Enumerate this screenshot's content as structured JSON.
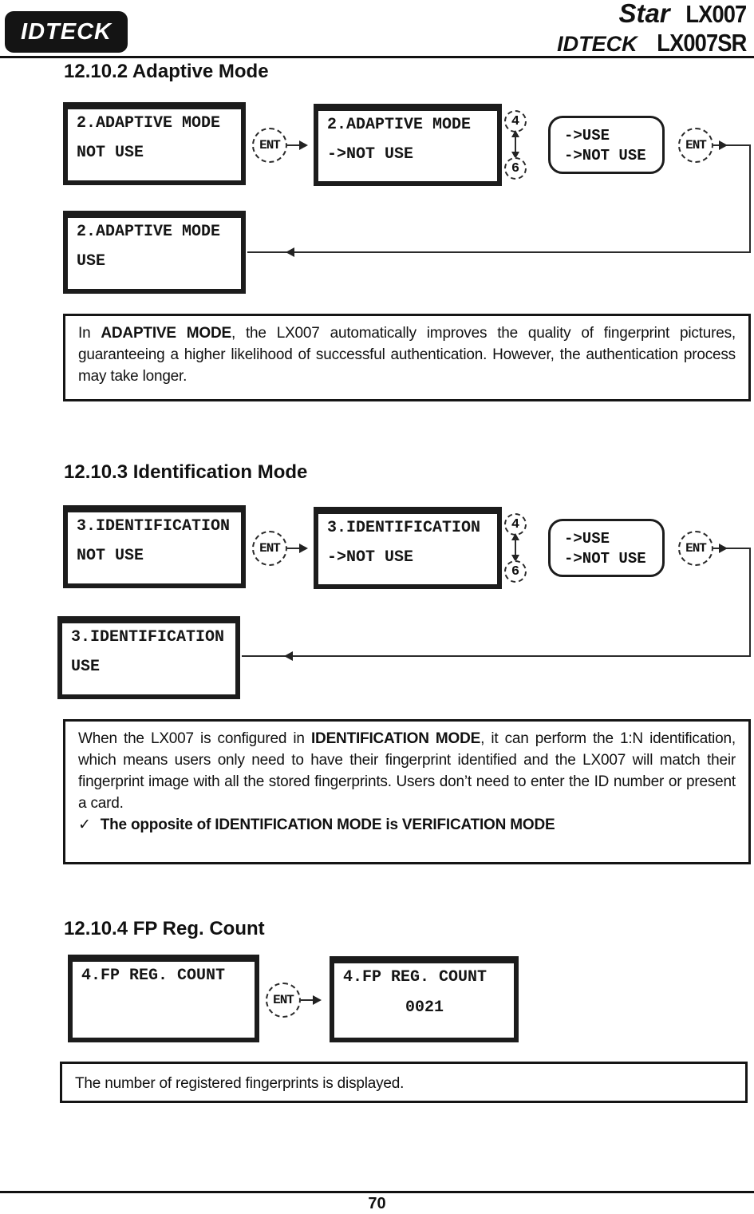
{
  "header": {
    "logo": "IDTECK",
    "line1": {
      "brand": "Star",
      "model": "LX007"
    },
    "line2": {
      "brand": "IDTECK",
      "model": "LX007SR"
    }
  },
  "adaptive": {
    "heading": "12.10.2 Adaptive Mode",
    "ent": "ENT",
    "key_up": "4",
    "key_down": "6",
    "screens": {
      "initial": {
        "l1": "2.ADAPTIVE MODE",
        "l2": "NOT USE"
      },
      "select": {
        "l1": "2.ADAPTIVE MODE",
        "l2": "->NOT USE"
      },
      "result": {
        "l1": "2.ADAPTIVE MODE",
        "l2": "USE"
      }
    },
    "options": {
      "l1": "->USE",
      "l2": "->NOT USE"
    },
    "note": {
      "pre": "In ",
      "bold": "ADAPTIVE MODE",
      "post": ", the LX007 automatically improves the quality of fingerprint pictures, guaranteeing a higher likelihood of successful authentication. However, the authentication process may take longer."
    }
  },
  "identification": {
    "heading": "12.10.3 Identification Mode",
    "ent": "ENT",
    "key_up": "4",
    "key_down": "6",
    "screens": {
      "initial": {
        "l1": "3.IDENTIFICATION",
        "l2": "NOT USE"
      },
      "select": {
        "l1": "3.IDENTIFICATION",
        "l2": "->NOT USE"
      },
      "result": {
        "l1": "3.IDENTIFICATION",
        "l2": "USE"
      }
    },
    "options": {
      "l1": "->USE",
      "l2": "->NOT USE"
    },
    "note": {
      "pre": "When the LX007 is configured in ",
      "bold": "IDENTIFICATION MODE",
      "post": ", it can perform the 1:N identification, which means users only need to have their fingerprint identified and the LX007 will match their fingerprint image with all the stored fingerprints. Users don’t need to enter the ID number or present a card.",
      "check_mark": "✓",
      "check_text": "The opposite of IDENTIFICATION MODE is VERIFICATION MODE"
    }
  },
  "fp_reg": {
    "heading": "12.10.4 FP Reg. Count",
    "ent": "ENT",
    "screens": {
      "initial": {
        "l1": "4.FP REG. COUNT",
        "l2": ""
      },
      "result": {
        "l1": "4.FP REG. COUNT",
        "l2": "0021"
      }
    },
    "note": "The number of registered fingerprints is displayed."
  },
  "footer": {
    "page": "70"
  }
}
